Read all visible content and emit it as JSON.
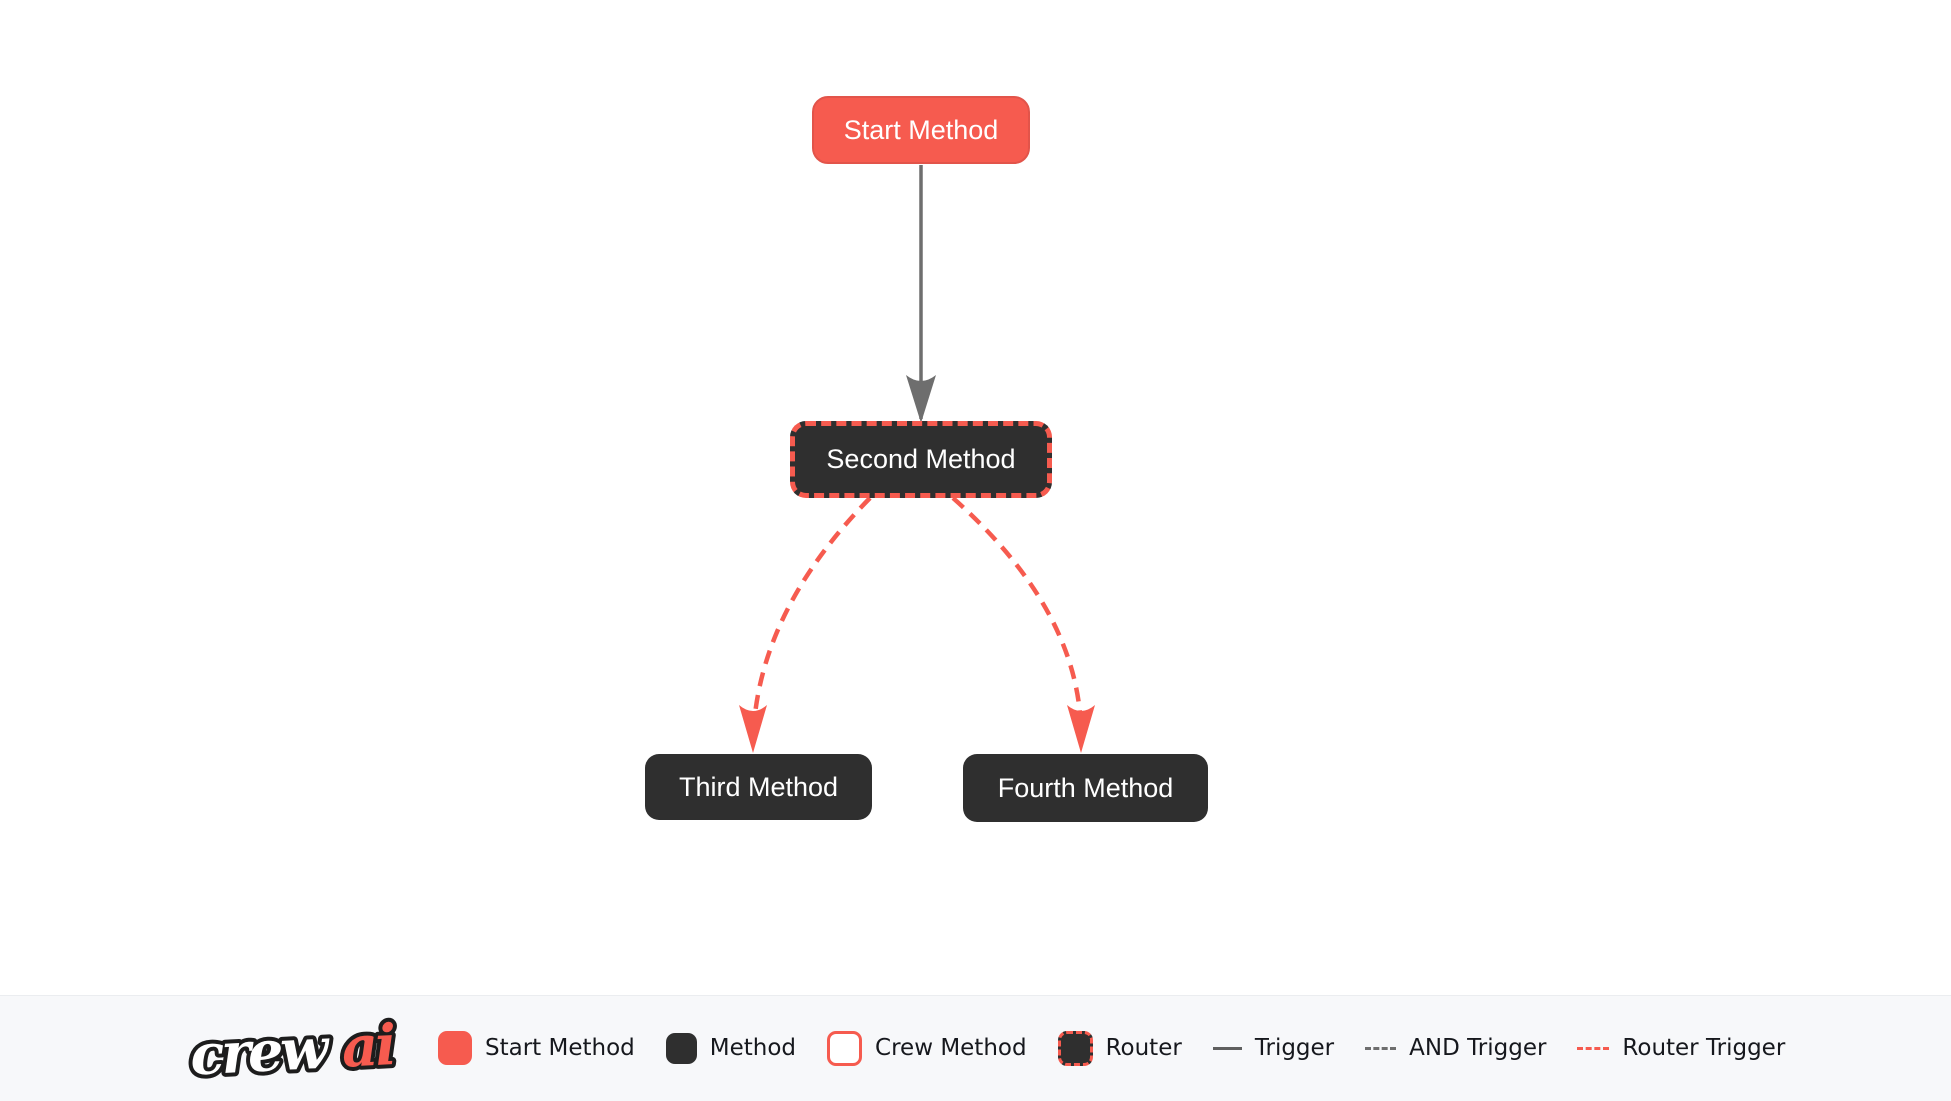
{
  "diagram": {
    "nodes": [
      {
        "id": "start_method",
        "label": "Start Method",
        "type": "start"
      },
      {
        "id": "second_method",
        "label": "Second Method",
        "type": "router"
      },
      {
        "id": "third_method",
        "label": "Third Method",
        "type": "method"
      },
      {
        "id": "fourth_method",
        "label": "Fourth Method",
        "type": "method"
      }
    ],
    "edges": [
      {
        "from": "start_method",
        "to": "second_method",
        "type": "trigger"
      },
      {
        "from": "second_method",
        "to": "third_method",
        "type": "router_trigger"
      },
      {
        "from": "second_method",
        "to": "fourth_method",
        "type": "router_trigger"
      }
    ]
  },
  "legend": {
    "logo": {
      "text_primary": "crew",
      "text_accent": "ai"
    },
    "items": [
      {
        "label": "Start Method",
        "swatch": "start-method-swatch"
      },
      {
        "label": "Method",
        "swatch": "method-swatch"
      },
      {
        "label": "Crew Method",
        "swatch": "crew-method-swatch"
      },
      {
        "label": "Router",
        "swatch": "router-swatch"
      },
      {
        "label": "Trigger",
        "swatch": "trigger-line"
      },
      {
        "label": "AND Trigger",
        "swatch": "and-trigger-line"
      },
      {
        "label": "Router Trigger",
        "swatch": "router-trigger-line"
      }
    ]
  },
  "colors": {
    "accent": "#f65b4f",
    "accent_border": "#e2544a",
    "node_dark": "#2f2f2f",
    "edge_gray": "#6e6e6e",
    "legend_bg": "#f7f8fa",
    "legend_border": "#ebedf0",
    "text_dark": "#16181d",
    "text_light": "#ffffff",
    "logo_outline": "#1d1d1d"
  }
}
